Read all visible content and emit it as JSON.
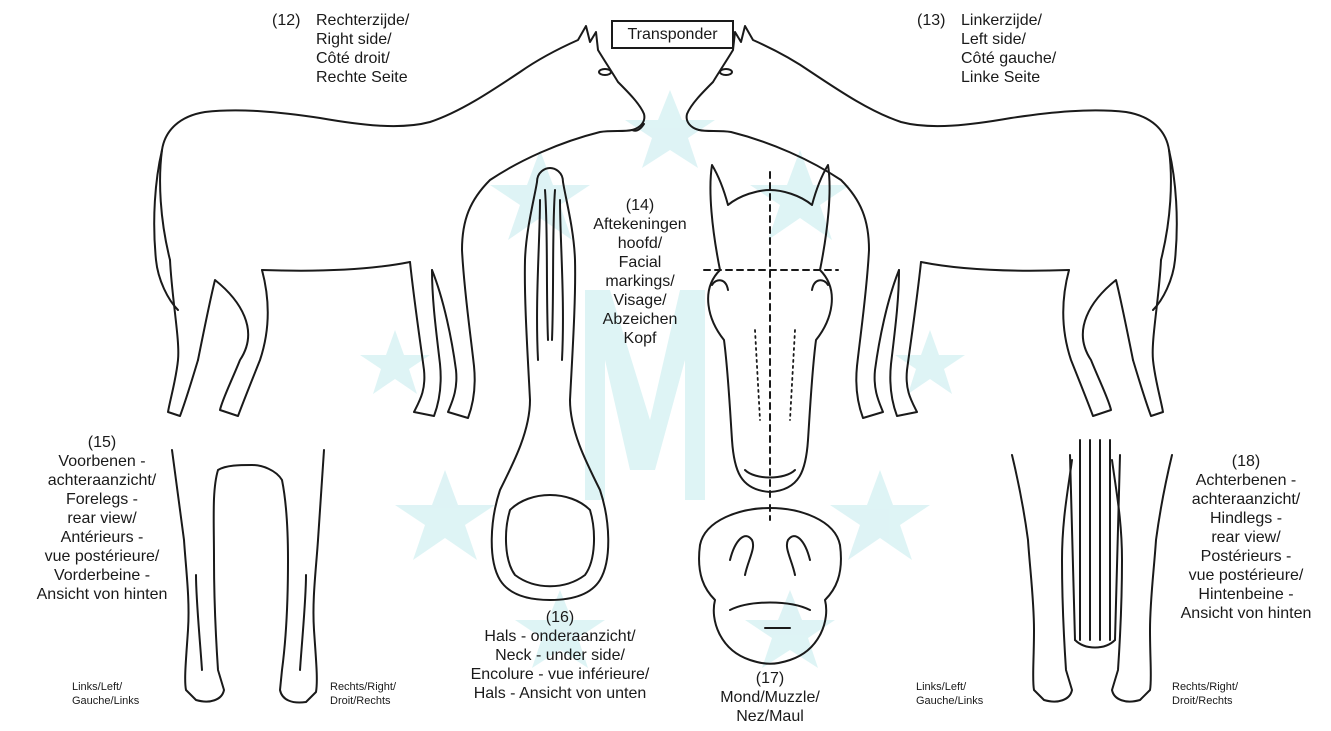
{
  "transponder": "Transponder",
  "right_side": {
    "number": "(12)",
    "lines": [
      "Rechterzijde/",
      "Right side/",
      "Côté droit/",
      "Rechte Seite"
    ]
  },
  "left_side": {
    "number": "(13)",
    "lines": [
      "Linkerzijde/",
      "Left side/",
      "Côté gauche/",
      "Linke Seite"
    ]
  },
  "facial": {
    "number": "(14)",
    "lines": [
      "Aftekeningen",
      "hoofd/",
      "Facial",
      "markings/",
      "Visage/",
      "Abzeichen",
      "Kopf"
    ]
  },
  "forelegs": {
    "number": "(15)",
    "lines": [
      "Voorbenen -",
      "achteraanzicht/",
      "Forelegs -",
      "rear view/",
      "Antérieurs -",
      "vue postérieure/",
      "Vorderbeine -",
      "Ansicht von hinten"
    ]
  },
  "neck": {
    "number": "(16)",
    "lines": [
      "Hals - onderaanzicht/",
      "Neck - under side/",
      "Encolure - vue inférieure/",
      "Hals - Ansicht von unten"
    ]
  },
  "muzzle": {
    "number": "(17)",
    "lines": [
      "Mond/Muzzle/",
      "Nez/Maul"
    ]
  },
  "hindlegs": {
    "number": "(18)",
    "lines": [
      "Achterbenen -",
      "achteraanzicht/",
      "Hindlegs -",
      "rear view/",
      "Postérieurs -",
      "vue postérieure/",
      "Hintenbeine -",
      "Ansicht von hinten"
    ]
  },
  "fore_links": [
    "Links/Left/",
    "Gauche/Links"
  ],
  "fore_rechts": [
    "Rechts/Right/",
    "Droit/Rechts"
  ],
  "hind_links": [
    "Links/Left/",
    "Gauche/Links"
  ],
  "hind_rechts": [
    "Rechts/Right/",
    "Droit/Rechts"
  ],
  "colors": {
    "line": "#1a1a1a",
    "watermark": "#cfeef0"
  }
}
